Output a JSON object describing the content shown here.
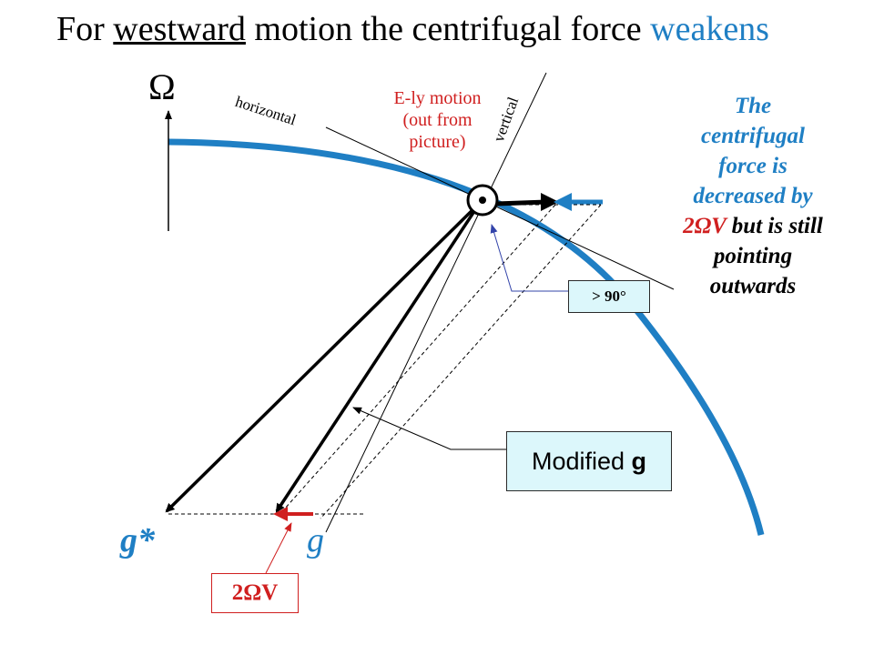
{
  "title": {
    "prefix": "For ",
    "underlined": "westward",
    "middle": " motion the centrifugal force ",
    "highlight": "weakens"
  },
  "labels": {
    "omega": "Ω",
    "horizontal": "horizontal",
    "vertical": "vertical",
    "ely_motion": [
      "E-ly motion",
      "(out from",
      "picture)"
    ],
    "angle": "> 90°",
    "modified_prefix": "Modified ",
    "modified_bold": "g",
    "two_omega_v": "2ΩV",
    "g_star": "g*",
    "g": "g"
  },
  "centrifugal_note": {
    "line1": "The",
    "line2": "centrifugal",
    "line3": "force is",
    "line4": "decreased by",
    "line5_red": "2ΩV",
    "line5_rest": " but is still",
    "line6": "pointing",
    "line7": "outwards"
  },
  "colors": {
    "blue": "#1f7fc4",
    "red": "#d01f1f",
    "box_fill": "#dcf7fb",
    "angle_pointer": "#3344aa"
  }
}
